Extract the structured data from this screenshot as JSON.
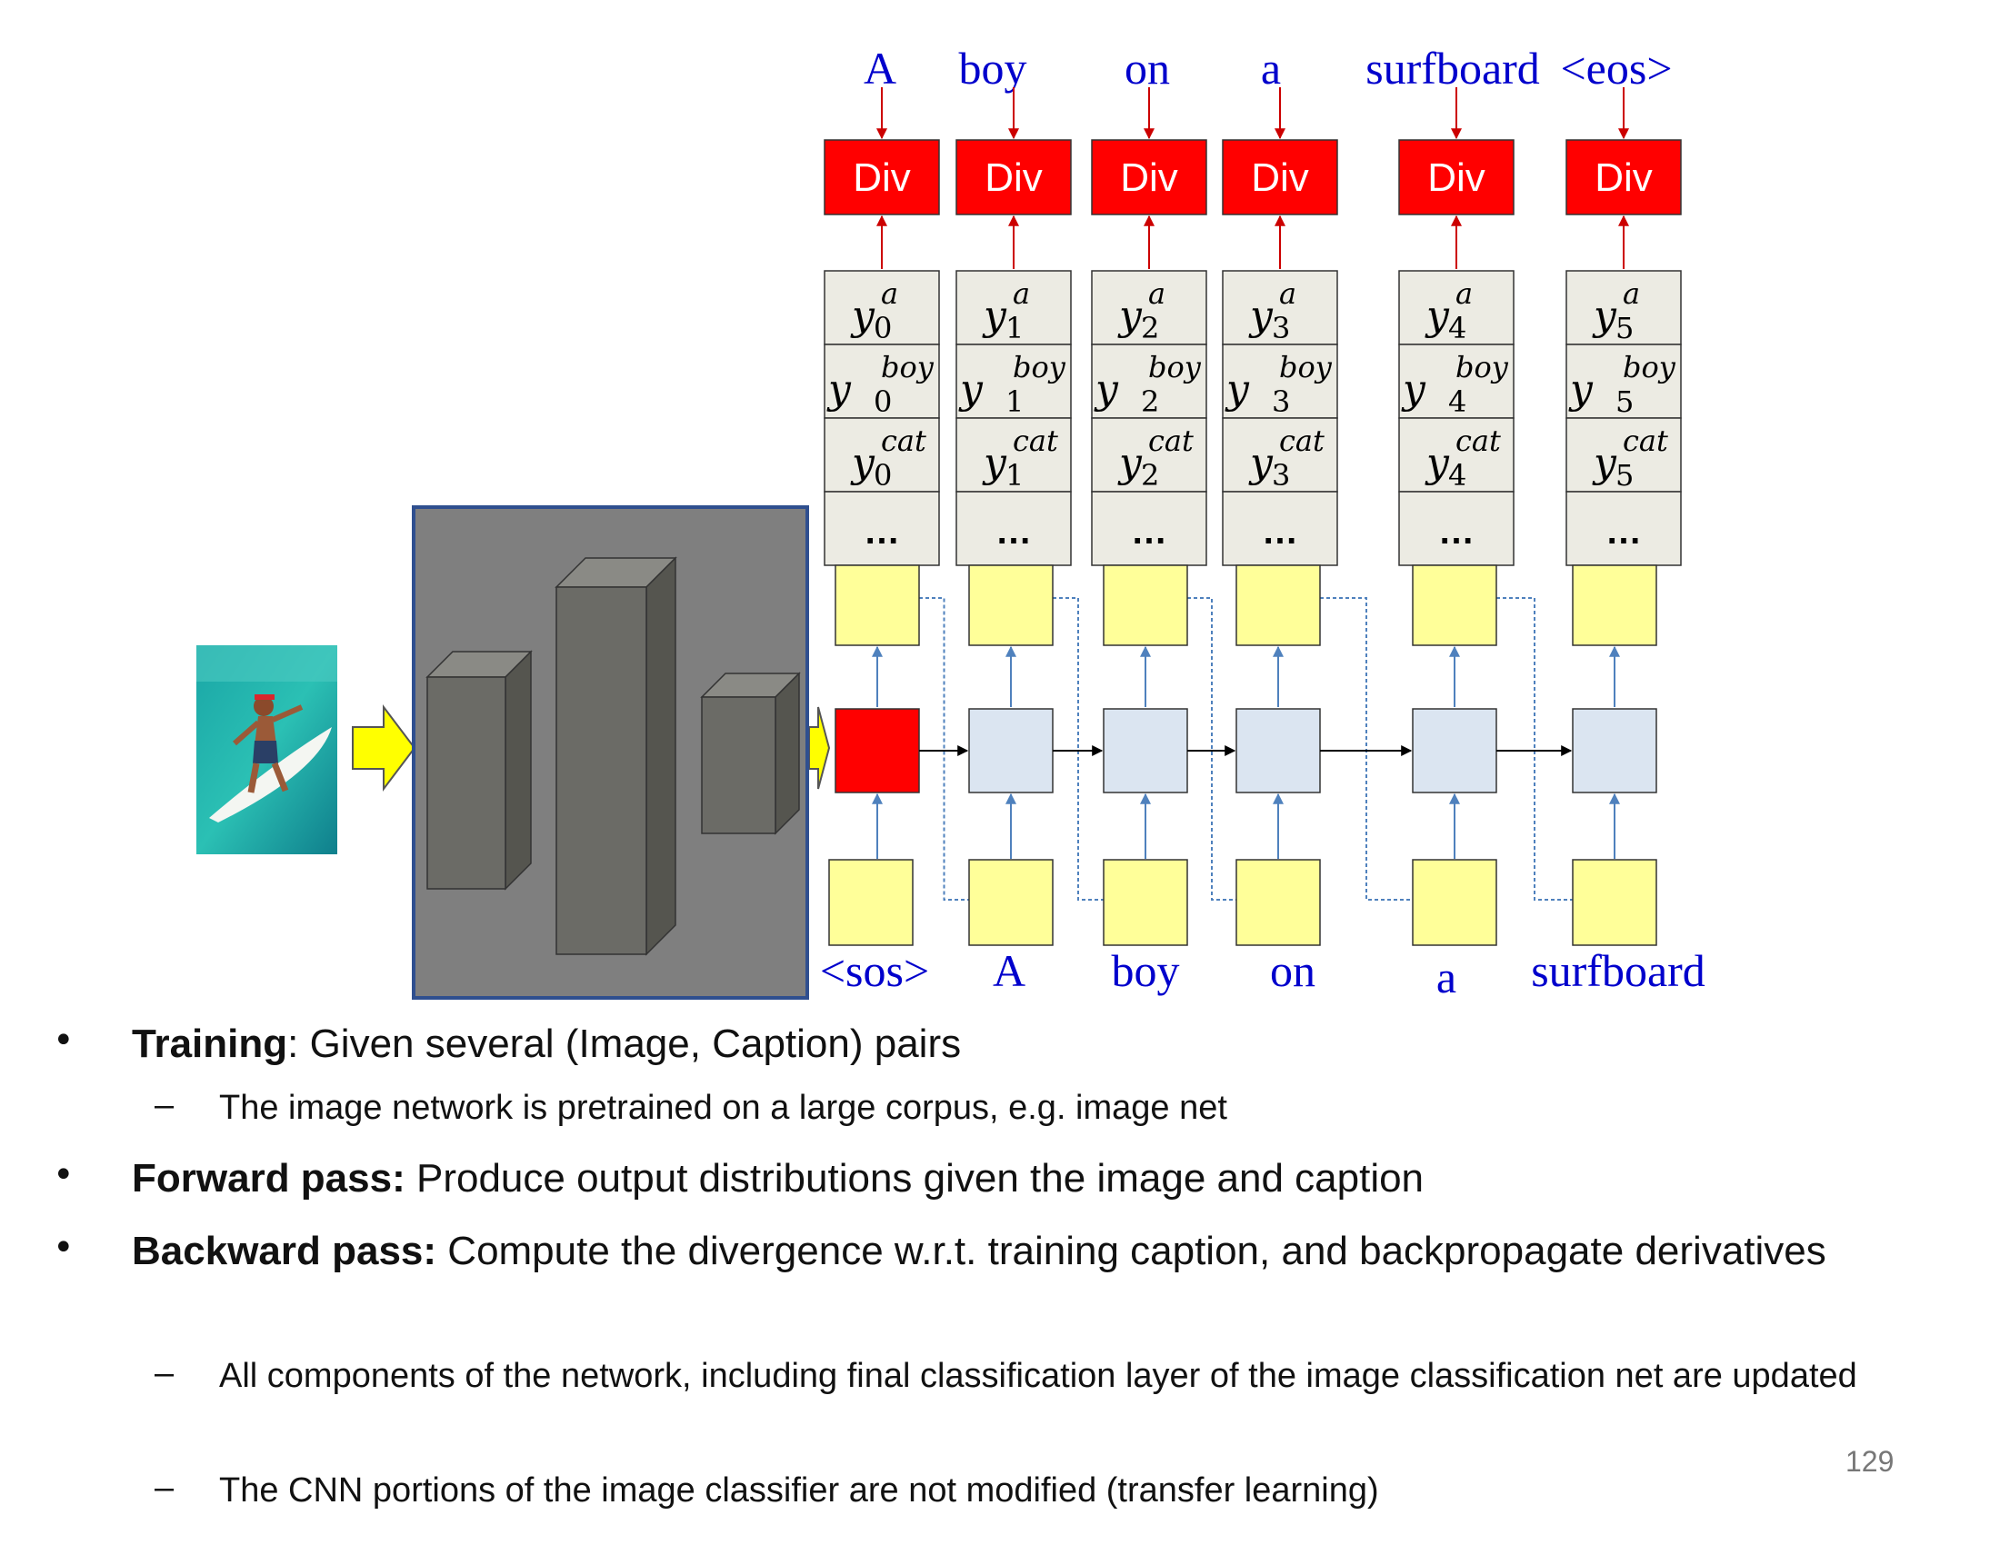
{
  "diagram": {
    "output_words": [
      "A",
      "boy",
      "on",
      "a",
      "surfboard",
      "<eos>"
    ],
    "input_words": [
      "<sos>",
      "A",
      "boy",
      "on",
      "a",
      "surfboard"
    ],
    "div_label": "Div",
    "output_dist": {
      "var": "y",
      "rows": [
        "a",
        "boy",
        "cat"
      ],
      "ellipsis": "…",
      "steps": [
        "0",
        "1",
        "2",
        "3",
        "4",
        "5"
      ]
    },
    "image": {
      "subject": "child surfing on a surfboard"
    },
    "colors": {
      "div_fill": "#ff0000",
      "initial_state_fill": "#ff0000",
      "hidden_state_fill": "#dbe5f1",
      "embedding_fill": "#ffff99",
      "dist_fill": "#ecebe3",
      "cnn_panel": "#7f7f7f",
      "cnn_border": "#2f4f8f",
      "arrow_input": "#ffff00",
      "word_color": "#0000cc",
      "red_arrow": "#cc0000",
      "blue_arrow": "#4f81bd"
    }
  },
  "bullets": [
    {
      "bold": "Training",
      "text": ":  Given several (Image, Caption) pairs"
    },
    {
      "sub": "The image network is pretrained on a large corpus, e.g. image net"
    },
    {
      "bold": "Forward pass:",
      "text": " Produce output distributions given the image and caption"
    },
    {
      "bold": "Backward pass:",
      "text": " Compute the divergence w.r.t. training caption, and backpropagate derivatives"
    },
    {
      "sub": "All components of the network, including final classification layer of the image classification net are updated"
    },
    {
      "sub": "The CNN portions of the image classifier are not modified (transfer learning)"
    }
  ],
  "page_number": "129"
}
